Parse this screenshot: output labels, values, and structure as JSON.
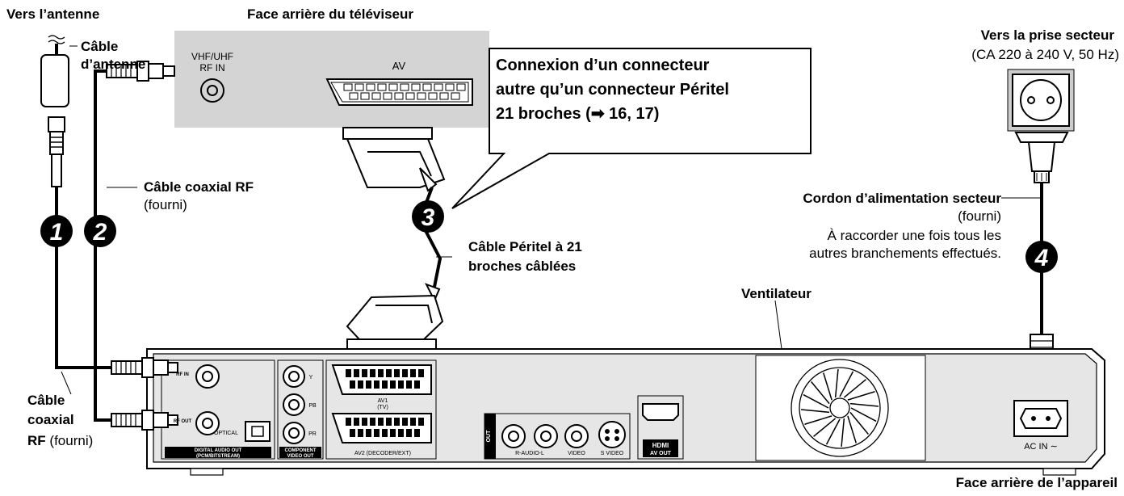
{
  "labels": {
    "antenna_to": "Vers l’antenne",
    "antenna_cable_1": "Câble",
    "antenna_cable_2": "d’antenne",
    "tv_rear": "Face arrière du téléviseur",
    "tv_rf_in_1": "VHF/UHF",
    "tv_rf_in_2": "RF IN",
    "tv_av": "AV",
    "callout_1": "Connexion d’un connecteur",
    "callout_2": "autre qu’un connecteur Péritel",
    "callout_3": "21 broches (➡ 16, 17)",
    "mains_to": "Vers la prise secteur",
    "mains_spec": "(CA 220 à 240 V, 50 Hz)",
    "rf_coax_title": "Câble coaxial RF",
    "rf_coax_supplied": "(fourni)",
    "power_cord_title": "Cordon d’alimentation secteur",
    "power_cord_supplied": "(fourni)",
    "power_note_1": "À raccorder une fois tous les",
    "power_note_2": "autres branchements effectués.",
    "scart_cable_1": "Câble Péritel à 21",
    "scart_cable_2": "broches câblées",
    "fan": "Ventilateur",
    "rf_coax_bottom_1": "Câble",
    "rf_coax_bottom_2": "coaxial",
    "rf_coax_bottom_3_b": "RF",
    "rf_coax_bottom_3": "(fourni)",
    "unit_rear": "Face arrière de l’appareil"
  },
  "numbers": {
    "n1": "1",
    "n2": "2",
    "n3": "3",
    "n4": "4"
  },
  "panel": {
    "rf_in": "RF IN",
    "rf_out": "RF OUT",
    "optical": "OPTICAL",
    "digital_audio_out": "DIGITAL AUDIO OUT",
    "pcm_bitstream": "(PCM/BITSTREAM)",
    "y": "Y",
    "pb": "PB",
    "pr": "PR",
    "component": "COMPONENT",
    "video_out": "VIDEO OUT",
    "av1": "AV1",
    "tv": "(TV)",
    "av2": "AV2 (DECODER/EXT)",
    "out": "OUT",
    "r_audio_l": "R-AUDIO-L",
    "video": "VIDEO",
    "s_video": "S VIDEO",
    "hdmi": "HDMI",
    "av_out": "AV OUT",
    "ac_in": "AC IN ∼"
  }
}
